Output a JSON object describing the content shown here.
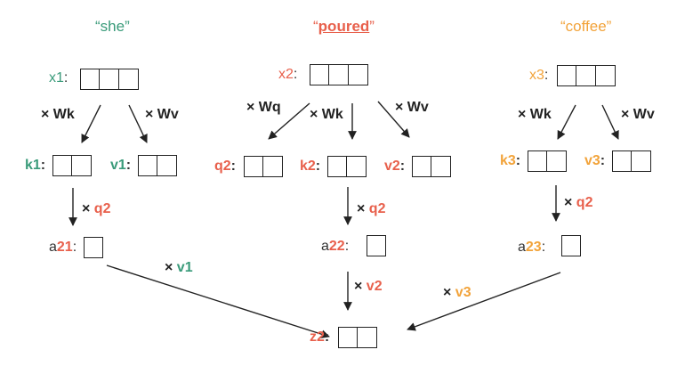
{
  "colors": {
    "she": "#3a9b7a",
    "poured": "#e8604c",
    "coffee": "#f2a33a",
    "ink": "#222222"
  },
  "words": {
    "she": "“she”",
    "poured_open": "“",
    "poured": "poured",
    "poured_close": "”",
    "coffee": "“coffee”"
  },
  "labels": {
    "x1": "x1",
    "x2": "x2",
    "x3": "x3",
    "k1": "k1",
    "v1": "v1",
    "q2": "q2",
    "k2": "k2",
    "v2": "v2",
    "k3": "k3",
    "v3": "v3",
    "z2": "z2",
    "a_prefix": "a",
    "a21_idx": "21",
    "a22_idx": "22",
    "a23_idx": "23",
    "colon": ":"
  },
  "ops": {
    "wk": "× Wk",
    "wv": "× Wv",
    "wq": "× Wq",
    "times": "×",
    "q2": "q2",
    "v1": "v1",
    "v2": "v2",
    "v3": "v3"
  }
}
